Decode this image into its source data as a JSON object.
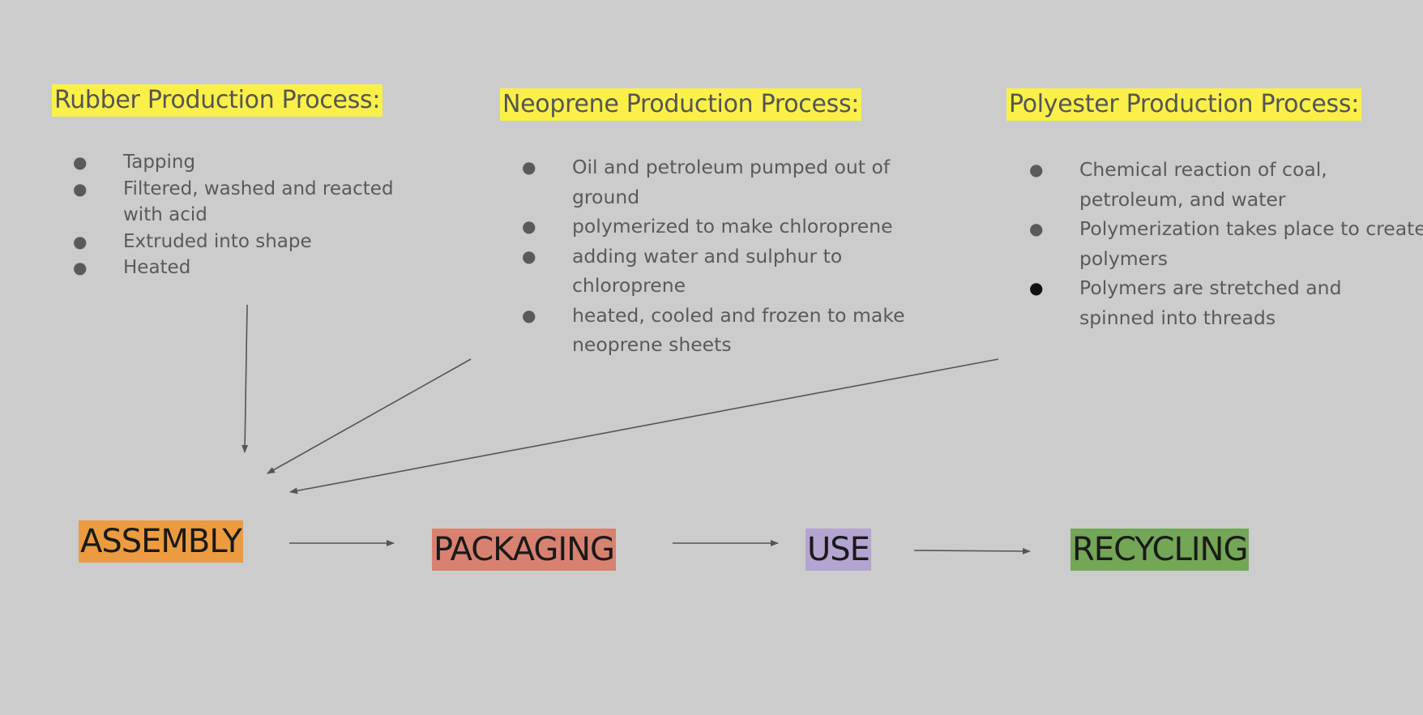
{
  "processes": {
    "rubber": {
      "title": "Rubber Production Process:",
      "steps": [
        "Tapping",
        "Filtered, washed and reacted with acid",
        "Extruded into shape",
        "Heated"
      ]
    },
    "neoprene": {
      "title": "Neoprene Production Process:",
      "steps": [
        "Oil and petroleum pumped out of ground",
        "polymerized to make chloroprene",
        "adding water and sulphur to chloroprene",
        "heated, cooled and frozen to make neoprene sheets"
      ]
    },
    "polyester": {
      "title": "Polyester Production Process:",
      "steps": [
        "Chemical reaction of coal, petroleum, and water",
        "Polymerization takes place to create polymers",
        "Polymers are stretched and spinned into threads"
      ]
    }
  },
  "stages": {
    "assembly": "ASSEMBLY",
    "packaging": "PACKAGING",
    "use": "USE",
    "recycling": "RECYCLING"
  },
  "bullet_glyph": "●",
  "colors": {
    "background": "#cccccc",
    "title_highlight": "#fbf04a",
    "assembly": "#ec9b40",
    "packaging": "#d98170",
    "use": "#b3a5d0",
    "recycling": "#73a656",
    "arrow": "#555555"
  }
}
